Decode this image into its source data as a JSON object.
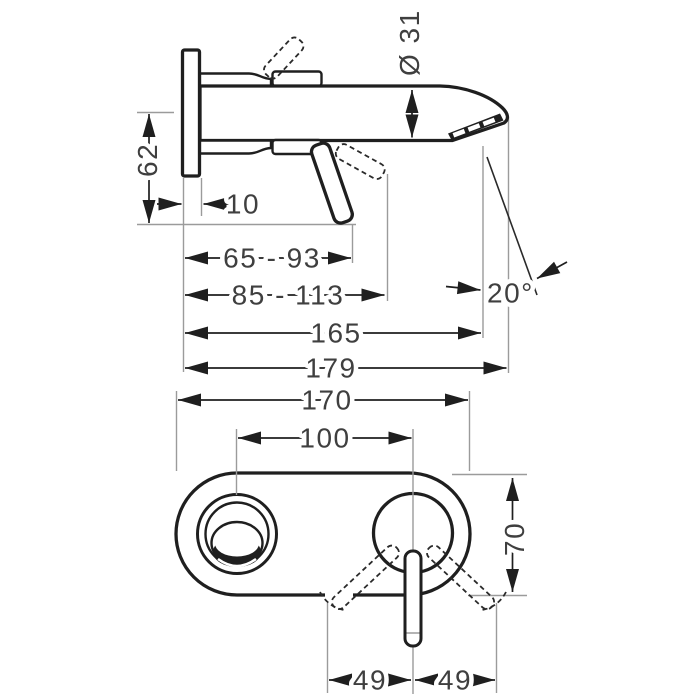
{
  "colors": {
    "background": "#ffffff",
    "ink": "#1f1f1f",
    "extension_line": "#9b9b9b",
    "label": "#3f3f3f"
  },
  "side_view": {
    "dimensions": {
      "spout_diameter": "Ø 31",
      "axis_to_lever_bottom": "62",
      "wall_plate_thickness": "10",
      "lever_reach_range": "65 - 93",
      "lever_reach_range_alt": "85 - 113",
      "aerator_projection": "165",
      "total_projection": "179",
      "stream_angle": "20°"
    }
  },
  "front_view": {
    "dimensions": {
      "plate_width": "170",
      "center_distance": "100",
      "plate_height": "70",
      "lever_swing_left": "49",
      "lever_swing_right": "49"
    }
  }
}
